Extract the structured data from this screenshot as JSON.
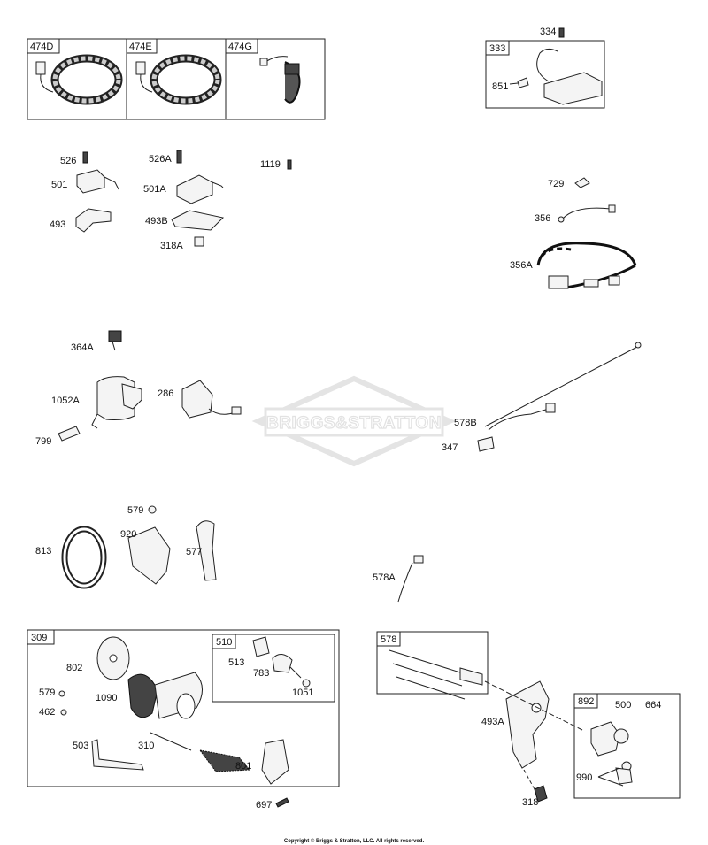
{
  "boxed_labels": {
    "b474D": "474D",
    "b474E": "474E",
    "b474G": "474G",
    "b333": "333",
    "b309": "309",
    "b510": "510",
    "b578": "578",
    "b892": "892"
  },
  "labels": {
    "p334": "334",
    "p851": "851",
    "p526": "526",
    "p526A": "526A",
    "p1119": "1119",
    "p501": "501",
    "p501A": "501A",
    "p493": "493",
    "p493B": "493B",
    "p318A": "318A",
    "p729": "729",
    "p356": "356",
    "p356A": "356A",
    "p364A": "364A",
    "p1052A": "1052A",
    "p286": "286",
    "p799": "799",
    "p578B": "578B",
    "p347": "347",
    "p579a": "579",
    "p920": "920",
    "p813": "813",
    "p577": "577",
    "p578A": "578A",
    "p802": "802",
    "p579b": "579",
    "p462": "462",
    "p1090": "1090",
    "p513": "513",
    "p783": "783",
    "p1051": "1051",
    "p503": "503",
    "p310": "310",
    "p801": "801",
    "p697": "697",
    "p493A": "493A",
    "p500": "500",
    "p664": "664",
    "p990": "990",
    "p318": "318"
  },
  "watermark": "BRIGGS&STRATTON",
  "copyright": "Copyright © Briggs & Stratton, LLC. All rights reserved."
}
